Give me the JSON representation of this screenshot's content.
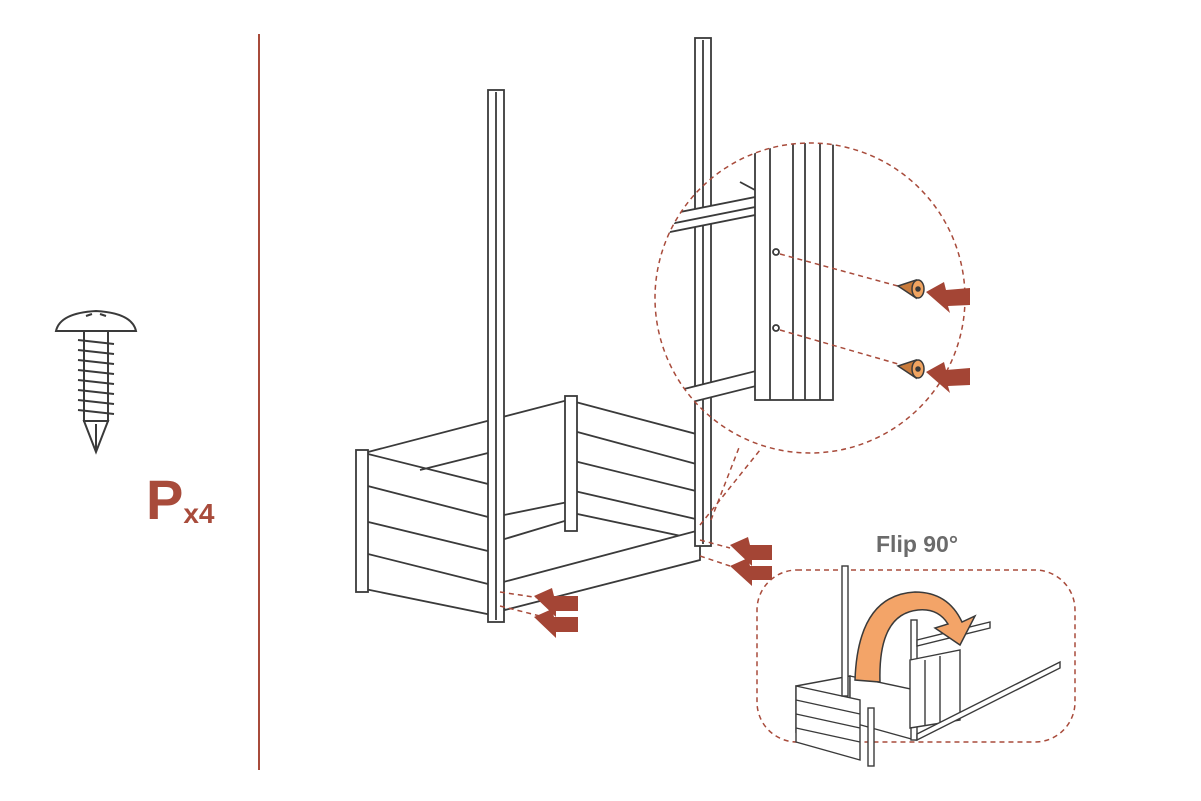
{
  "parts": {
    "screw": {
      "icon": "screw-icon",
      "letter": "P",
      "quantity": "x4"
    }
  },
  "callouts": {
    "flip": {
      "label": "Flip 90°"
    }
  },
  "colors": {
    "accent": "#a84b3b",
    "arrow": "#a44535",
    "washer": "#f0a461",
    "flip_arrow": "#f3a468",
    "line": "#3a3a3a",
    "label_gray": "#6b6b6b"
  }
}
